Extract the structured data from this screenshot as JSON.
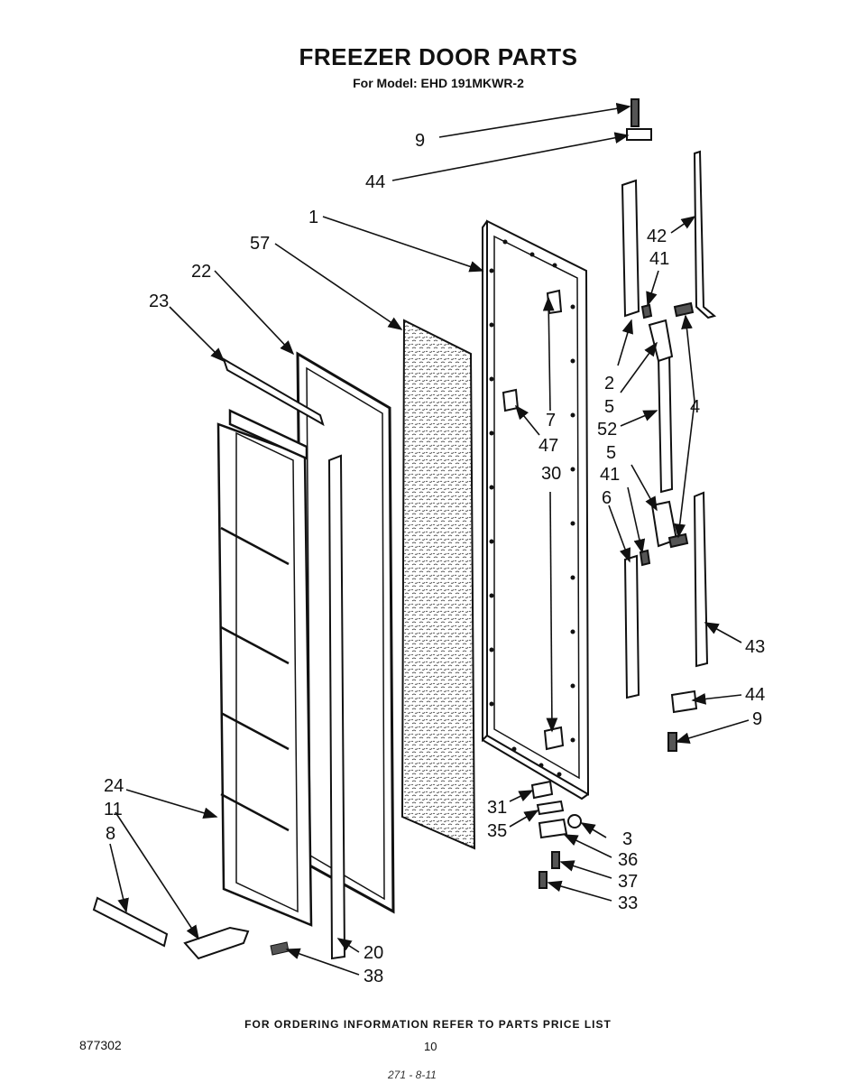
{
  "title": "FREEZER DOOR PARTS",
  "subtitle": "For Model: EHD 191MKWR-2",
  "footer": "FOR ORDERING INFORMATION REFER TO PARTS PRICE LIST",
  "document_number": "877302",
  "page_number": "10",
  "handwritten_note": "271 - 8-11",
  "callouts": [
    "9",
    "44",
    "1",
    "57",
    "22",
    "23",
    "42",
    "41",
    "2",
    "5",
    "4",
    "7",
    "47",
    "52",
    "30",
    "5",
    "41",
    "6",
    "43",
    "44",
    "9",
    "24",
    "11",
    "8",
    "31",
    "35",
    "3",
    "36",
    "37",
    "33",
    "20",
    "38"
  ]
}
